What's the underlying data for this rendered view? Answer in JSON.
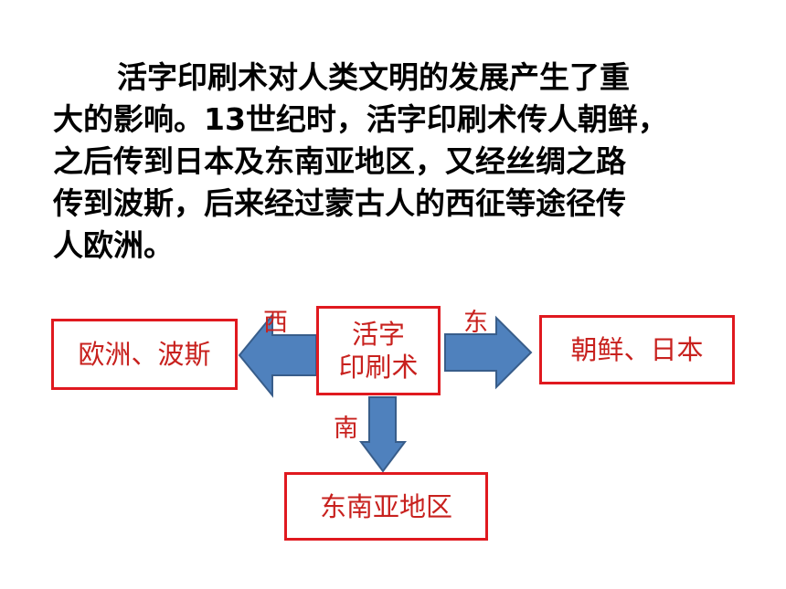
{
  "paragraph": {
    "line1": "活字印刷术对人类文明的发展产生了重",
    "line2": "大的影响。13世纪时，活字印刷术传人朝鲜，",
    "line3": "之后传到日本及东南亚地区，又经丝绸之路",
    "line4": "传到波斯，后来经过蒙古人的西征等途径传",
    "line5": "人欧洲。"
  },
  "diagram": {
    "center_line1": "活字",
    "center_line2": "印刷术",
    "west_label": "西",
    "east_label": "东",
    "south_label": "南",
    "west_destination": "欧洲、波斯",
    "east_destination": "朝鲜、日本",
    "south_destination": "东南亚地区",
    "box_border_color": "#e0191f",
    "text_color": "#c8211e",
    "arrow_fill_color": "#4f81bd",
    "arrow_stroke_color": "#385d8a"
  }
}
